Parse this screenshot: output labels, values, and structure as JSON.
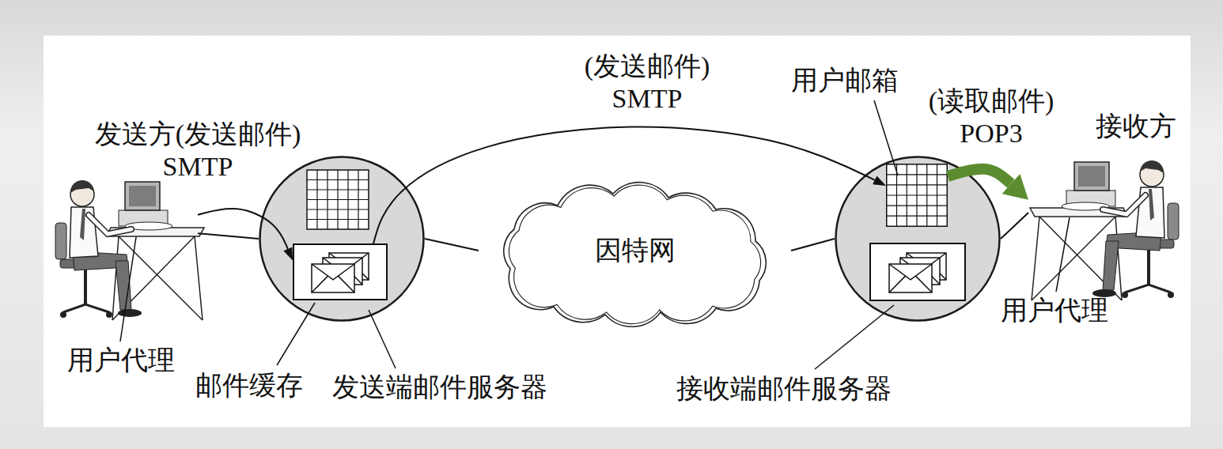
{
  "diagram": {
    "nodes": [
      {
        "text": [
          "用户代理"
        ]
      },
      {
        "text": [
          "发送端邮件服务器"
        ]
      },
      {
        "text": [
          "邮件缓存"
        ],
        "in": 1
      },
      {
        "text": [
          "因特网"
        ]
      },
      {
        "text": [
          "接收端邮件服务器"
        ]
      },
      {
        "text": [
          "用户邮箱"
        ],
        "in": 4
      },
      {
        "text": [
          "接收方",
          "用户代理"
        ]
      }
    ],
    "edges": [
      {
        "from": 0,
        "to": 2,
        "arrow": "to",
        "label": "发送方(发送邮件) SMTP"
      },
      {
        "from": 0,
        "to": 1,
        "arrow": "none"
      },
      {
        "from": 2,
        "to": 5,
        "arrow": "to",
        "label": "(发送邮件) SMTP"
      },
      {
        "from": 1,
        "to": 3,
        "arrow": "none"
      },
      {
        "from": 3,
        "to": 4,
        "arrow": "none"
      },
      {
        "from": 5,
        "to": 6,
        "arrow": "to",
        "label": "(读取邮件) POP3"
      },
      {
        "from": 4,
        "to": 6,
        "arrow": "none"
      }
    ]
  }
}
